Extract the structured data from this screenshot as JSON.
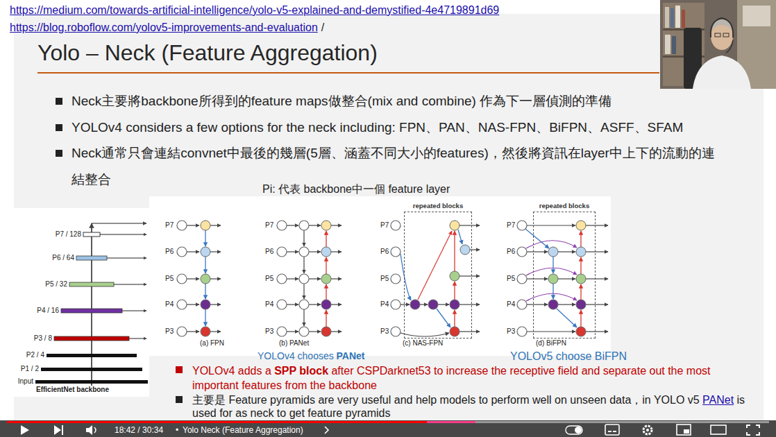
{
  "diagram": {
    "title": "Yolo – Neck (Feature Aggregation)",
    "nodes": [
      {
        "text": [
          "repeated blocks"
        ]
      },
      {
        "text": [
          "repeated blocks"
        ]
      }
    ],
    "labels": [
      "https://medium.com/towards-artificial-intelligence/yolo-v5-explained-and-demystified-4e4719891d69",
      "https://blog.roboflow.com/yolov5-improvements-and-evaluation",
      "/",
      "Neck主要將backbone所得到的feature maps做整合(mix and combine) 作為下一層偵測的準備",
      "YOLOv4 considers a few options for the neck including: FPN、PAN、NAS-FPN、BiFPN、ASFF、SFAM",
      "Neck通常只會連結convnet中最後的幾層(5層、涵蓋不同大小的features)，然後將資訊在layer中上下的流動的連結整合",
      "Pi: 代表 backbone中一個 feature layer",
      "P7 / 128",
      "P6 / 64",
      "P5 / 32",
      "P4 / 16",
      "P3 / 8",
      "P2 / 4",
      "P1 / 2",
      "Input",
      "EfficientNet backbone",
      "P7",
      "P6",
      "P5",
      "P4",
      "P3",
      "(a) FPN",
      "P7",
      "P6",
      "P5",
      "P4",
      "P3",
      "(b) PANet",
      "P7",
      "P6",
      "P5",
      "P4",
      "P3",
      "(c) NAS-FPN",
      "P7",
      "P6",
      "P5",
      "P4",
      "P3",
      "(d) BiFPN",
      "YOLOv4 chooses",
      "PANet",
      "YOLOv5 choose BiFPN",
      "YOLOv4 adds a",
      "SPP block",
      "after CSPDarknet53 to increase the receptive field and separate out the most important features from the backbone",
      "主要是 Feature pyramids are very useful and help models to perform well on unseen data，in YOLO v5",
      "PANet",
      "is used for as neck to get feature pyramids",
      "18:42 / 30:34",
      "•",
      "Yolo Neck (Feature Aggregation)"
    ]
  }
}
